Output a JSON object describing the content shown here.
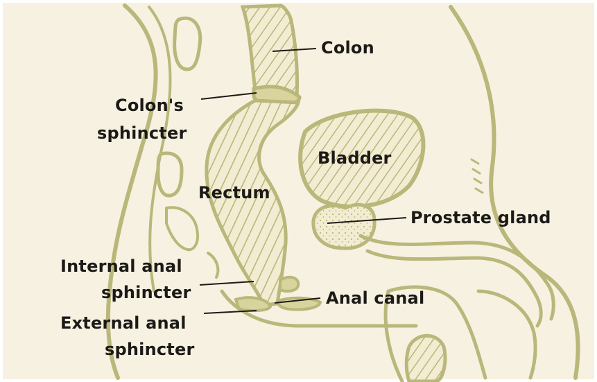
{
  "colors": {
    "paper": "#f7f1e1",
    "organ_stroke": "#b9b77a",
    "organ_fill": "#efe9c6",
    "label_text": "#1c1a17"
  },
  "labels": {
    "colon": "Colon",
    "colon_sphincter_line1": "Colon's",
    "colon_sphincter_line2": "sphincter",
    "bladder": "Bladder",
    "rectum": "Rectum",
    "prostate_gland": "Prostate gland",
    "internal_anal_line1": "Internal anal",
    "internal_anal_line2": "sphincter",
    "anal_canal": "Anal canal",
    "external_anal_line1": "External anal",
    "external_anal_line2": "sphincter"
  }
}
